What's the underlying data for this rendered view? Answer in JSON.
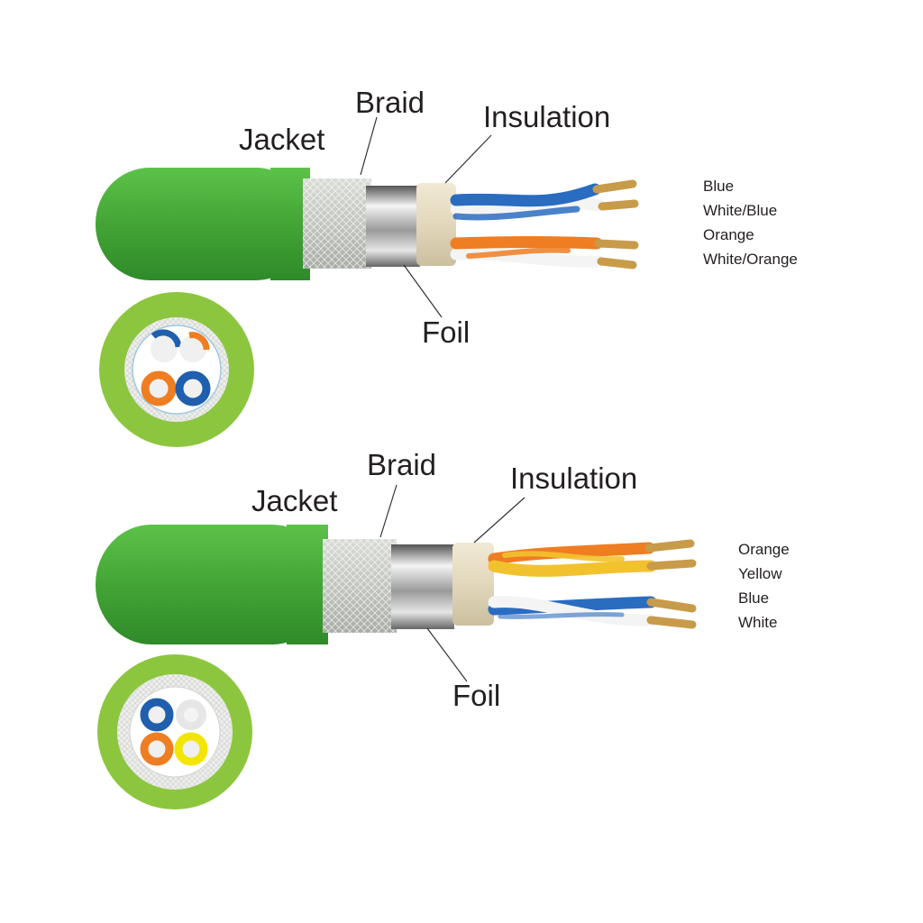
{
  "diagrams": [
    {
      "labels": {
        "jacket": "Jacket",
        "braid": "Braid",
        "insulation": "Insulation",
        "foil": "Foil"
      },
      "wire_legend": [
        "Blue",
        "White/Blue",
        "Orange",
        "White/Orange"
      ]
    },
    {
      "labels": {
        "jacket": "Jacket",
        "braid": "Braid",
        "insulation": "Insulation",
        "foil": "Foil"
      },
      "wire_legend": [
        "Orange",
        "Yellow",
        "Blue",
        "White"
      ]
    }
  ],
  "colors": {
    "jacket": "#4caf3c",
    "cross_section_outer": "#8cc63f",
    "blue": "#1f5fae",
    "orange": "#ef7d22",
    "yellow": "#f2e600",
    "white_wire": "#f2f2f2",
    "copper": "#c89b4a",
    "insulation_ring": "#ece3cc"
  }
}
